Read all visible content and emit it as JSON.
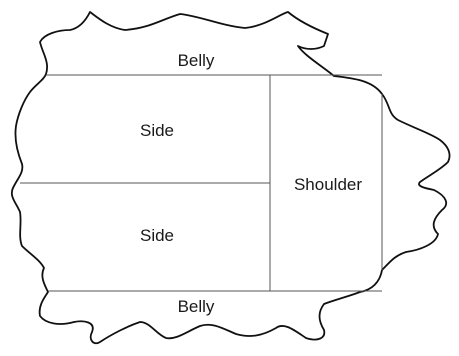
{
  "diagram": {
    "regions": {
      "belly_top": "Belly",
      "side_top": "Side",
      "shoulder": "Shoulder",
      "side_bottom": "Side",
      "belly_bottom": "Belly"
    }
  }
}
